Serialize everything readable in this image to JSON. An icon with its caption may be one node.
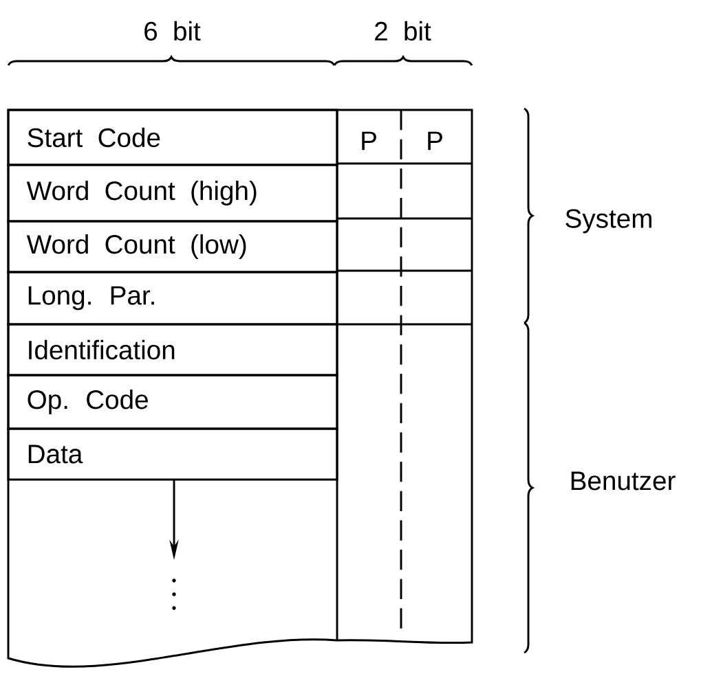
{
  "diagram": {
    "nodes": [
      {
        "text": [
          "Start Code"
        ]
      },
      {
        "text": [
          "Word Count (high)"
        ]
      },
      {
        "text": [
          "Word Count (low)"
        ]
      },
      {
        "text": [
          "Long. Par."
        ]
      },
      {
        "text": [
          "Identification"
        ]
      },
      {
        "text": [
          "Op. Code"
        ]
      },
      {
        "text": [
          "Data"
        ]
      }
    ],
    "labels": [
      "6 bit",
      "2 bit",
      "P",
      "P",
      "System",
      "Benutzer"
    ]
  }
}
